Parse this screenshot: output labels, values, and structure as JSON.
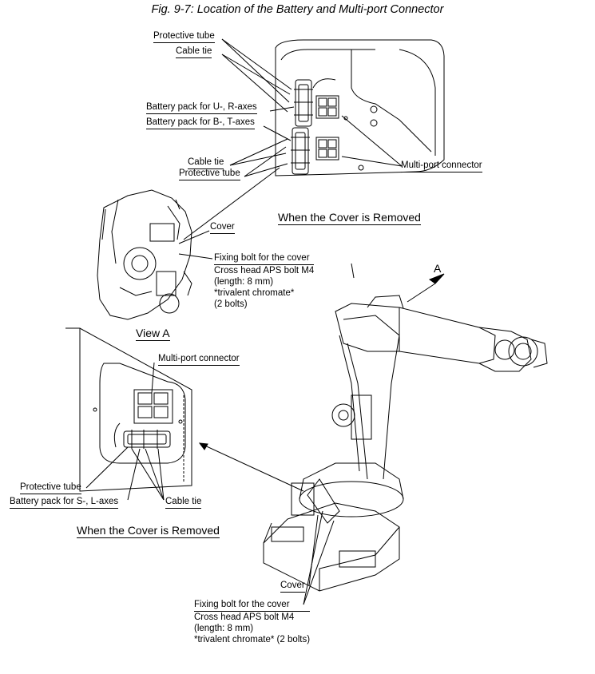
{
  "title": "Fig. 9-7: Location of the Battery and Multi-port Connector",
  "top_detail": {
    "protective_tube": "Protective tube",
    "cable_tie": "Cable tie",
    "battery_ur": "Battery pack for U-, R-axes",
    "battery_bt": "Battery pack for B-, T-axes",
    "cable_tie_2": "Cable tie",
    "protective_tube_2": "Protective tube",
    "multiport": "Multi-port connector",
    "caption": "When the Cover is Removed"
  },
  "view_a": {
    "cover": "Cover",
    "fixing_bolt": "Fixing bolt for the cover",
    "bolt_line1": "Cross head APS bolt M4",
    "bolt_line2": "(length: 8 mm)",
    "bolt_line3": "*trivalent chromate*",
    "bolt_line4": "(2 bolts)",
    "label": "View A"
  },
  "arrow_label": "A",
  "bottom_detail": {
    "multiport": "Multi-port connector",
    "protective_tube": "Protective tube",
    "battery_sl": "Battery pack for S-, L-axes",
    "cable_tie": "Cable tie",
    "caption": "When the Cover is Removed"
  },
  "robot": {
    "cover": "Cover",
    "fixing_bolt": "Fixing bolt for the cover",
    "bolt_line1": "Cross head APS bolt M4",
    "bolt_line2": "(length: 8 mm)",
    "bolt_line3": "*trivalent chromate* (2 bolts)"
  }
}
